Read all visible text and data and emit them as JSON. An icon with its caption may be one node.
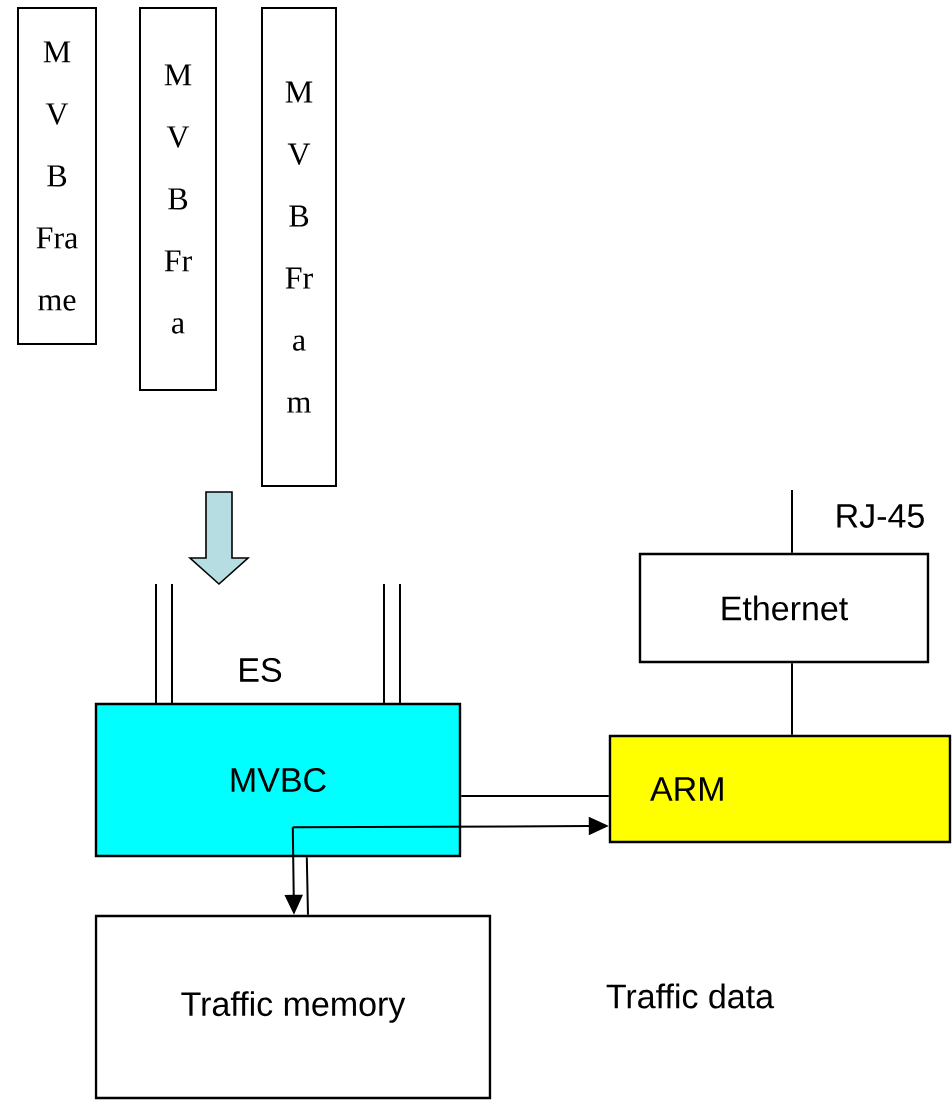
{
  "diagram": {
    "nodes": [
      {
        "text": [
          "M V B Fra me"
        ]
      },
      {
        "text": [
          "M V B Fr a"
        ]
      },
      {
        "text": [
          "M V B Fr a m"
        ]
      },
      {
        "text": [
          "MVBC"
        ]
      },
      {
        "text": [
          "Ethernet"
        ]
      },
      {
        "text": [
          "ARM"
        ]
      },
      {
        "text": [
          "Traffic memory"
        ]
      }
    ],
    "edges": [
      {
        "from": 3,
        "to": 5,
        "arrow": "none"
      },
      {
        "from": 3,
        "to": 5,
        "arrow": "to"
      },
      {
        "from": 3,
        "to": 6,
        "arrow": "to"
      },
      {
        "from": 3,
        "to": 6,
        "arrow": "none"
      },
      {
        "from": 4,
        "to": 5,
        "arrow": "none"
      },
      {
        "from": null,
        "to": 4,
        "arrow": "none"
      }
    ],
    "labels": [
      "ES",
      "RJ-45",
      "Traffic data"
    ]
  }
}
